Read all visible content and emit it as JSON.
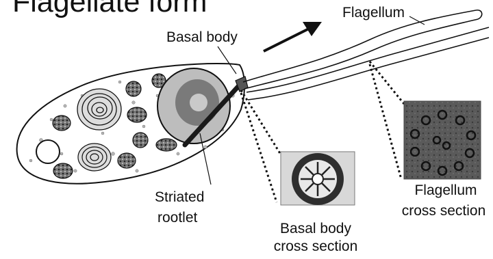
{
  "title": "Flagellate form",
  "labels": {
    "flagellum": "Flagellum",
    "basal_body": "Basal body",
    "striated_rootlet_line1": "Striated",
    "striated_rootlet_line2": "rootlet",
    "flagellum_cs_line1": "Flagellum",
    "flagellum_cs_line2": "cross section",
    "basal_body_cs_line1": "Basal body",
    "basal_body_cs_line2": "cross section"
  },
  "colors": {
    "ink": "#111111",
    "nucleus": "#bdbdbd",
    "nucleolus": "#7a7a7a",
    "vacuole_fill": "#555555",
    "micrograph_dark": "#4a4a4a"
  }
}
